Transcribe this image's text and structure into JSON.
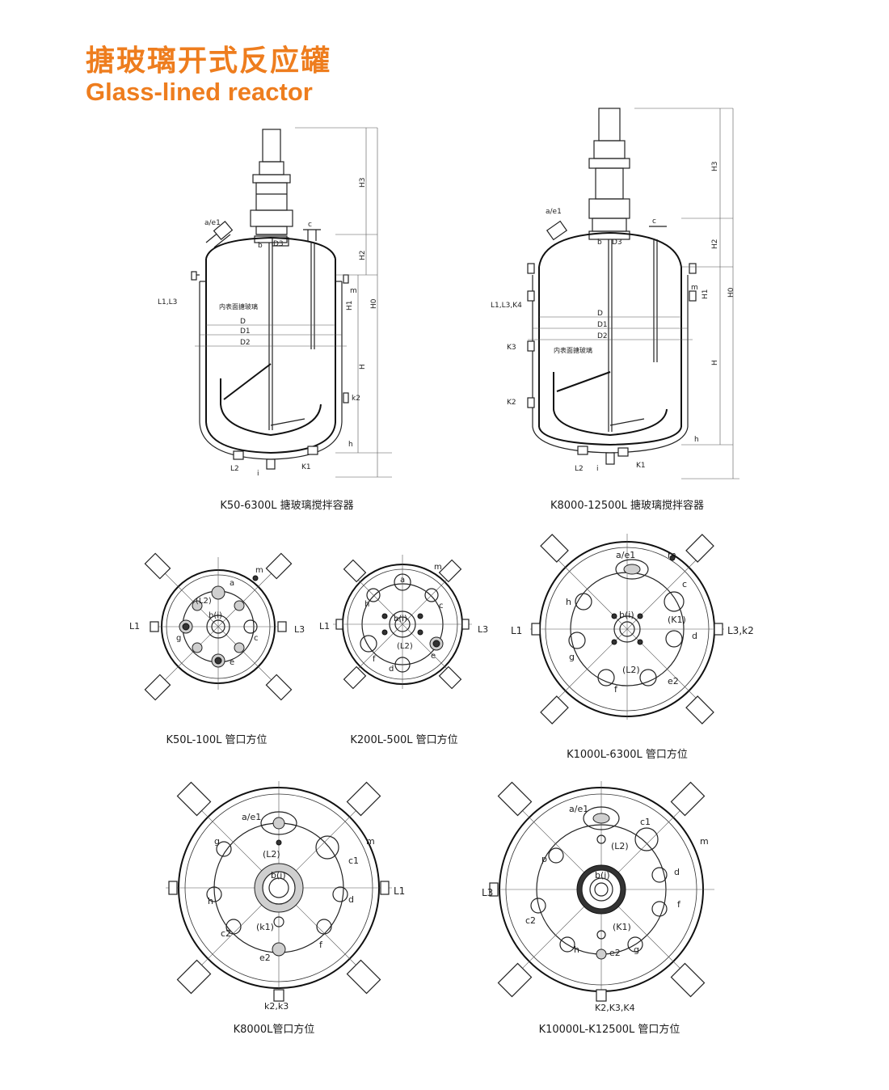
{
  "title_cn": "搪玻璃开式反应罐",
  "title_en": "Glass-lined reactor",
  "captions": {
    "elev_small": "K50-6300L 搪玻璃搅拌容器",
    "elev_large": "K8000-12500L 搪玻璃搅拌容器",
    "plan_k50": "K50L-100L 管口方位",
    "plan_k200": "K200L-500L 管口方位",
    "plan_k1000": "K1000L-6300L 管口方位",
    "plan_k8000": "K8000L管口方位",
    "plan_k10000": "K10000L-K12500L 管口方位"
  },
  "elev_small": {
    "nozzle_ae1": "a/e1",
    "b": "b",
    "d3": "D3",
    "c": "c",
    "m": "m",
    "l1l3": "L1,L3",
    "inner": "内表面搪玻璃",
    "d": "D",
    "d1": "D1",
    "d2": "D2",
    "k2": "k2",
    "l2": "L2",
    "i": "i",
    "k1": "K1",
    "h3": "H3",
    "h2": "H2",
    "h0": "H0",
    "h1": "H1",
    "h": "H",
    "hs": "h"
  },
  "elev_large": {
    "nozzle_ae1": "a/e1",
    "b": "b",
    "d3": "D3",
    "c": "c",
    "m": "m",
    "l1l3k4": "L1,L3,K4",
    "k3": "K3",
    "inner": "内表面搪玻璃",
    "d": "D",
    "d1": "D1",
    "d2": "D2",
    "k2": "K2",
    "l2": "L2",
    "i": "i",
    "k1": "K1",
    "h3": "H3",
    "h2": "H2",
    "h0": "H0",
    "h1": "H1",
    "h": "H",
    "hs": "h"
  },
  "plan_k50": {
    "m": "m",
    "a": "a",
    "l2": "(L2)",
    "bi": "b(i)",
    "l1": "L1",
    "l3": "L3",
    "g": "g",
    "c": "c",
    "e": "e"
  },
  "plan_k200": {
    "m": "m",
    "a": "a",
    "h": "h",
    "bi": "b(i)",
    "c": "c",
    "l1": "L1",
    "l3": "L3",
    "l2": "(L2)",
    "f": "f",
    "d": "d",
    "e": "e"
  },
  "plan_k1000": {
    "ae1": "a/e1",
    "m": "m",
    "h": "h",
    "c": "c",
    "bi": "b(i)",
    "k1": "(K1)",
    "l1": "L1",
    "l3k2": "L3,k2",
    "d": "d",
    "g": "g",
    "l2": "(L2)",
    "e2": "e2",
    "f": "f"
  },
  "plan_k8000": {
    "ae1": "a/e1",
    "m": "m",
    "g": "g",
    "l2": "(L2)",
    "c1": "c1",
    "bi": "b(i)",
    "h": "h",
    "l1": "L1",
    "d": "d",
    "k1": "(k1)",
    "c2": "c2",
    "f": "f",
    "e2": "e2",
    "k2k3": "k2,k3"
  },
  "plan_k10000": {
    "ae1": "a/e1",
    "c1": "c1",
    "l2": "(L2)",
    "m": "m",
    "p": "p",
    "d": "d",
    "bi": "b(i)",
    "l3": "L3",
    "c2": "c2",
    "f": "f",
    "k1": "(K1)",
    "h": "h",
    "e2": "e2",
    "g": "g",
    "k": "K2,K3,K4"
  }
}
